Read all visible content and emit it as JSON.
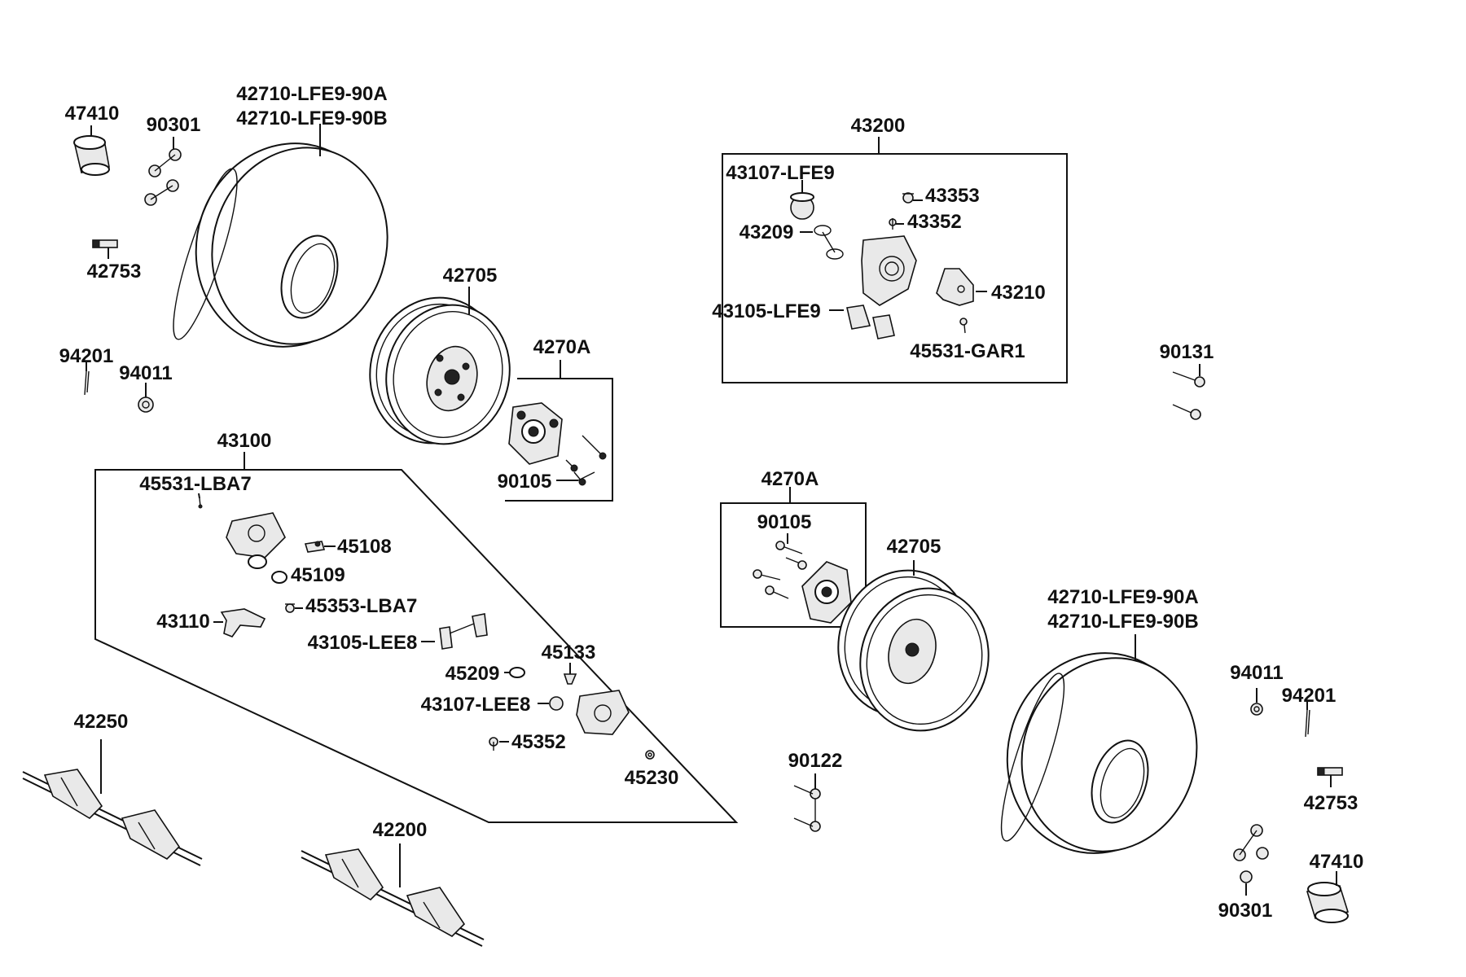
{
  "labels": {
    "cap_tl": "47410",
    "nuts_tl": "90301",
    "tire_left_a": "42710-LFE9-90A",
    "tire_left_b": "42710-LFE9-90B",
    "valve_tl": "42753",
    "wheel_left": "42705",
    "pin_l": "94201",
    "nut_l": "94011",
    "hub_left": "4270A",
    "hub_bolt_left": "90105",
    "caliper_front_asm": "43100",
    "fc_screw": "45531-LBA7",
    "fc_piston": "45108",
    "fc_seal": "45109",
    "fc_bleeder": "45353-LBA7",
    "fc_bracket": "43110",
    "fc_pads": "43105-LEE8",
    "fc_pin": "45133",
    "fc_ring": "45209",
    "fc_boot": "43107-LEE8",
    "fc_bolt": "45352",
    "fc_cap": "45230",
    "caliper_rear_asm": "43200",
    "rc_boot": "43107-LFE9",
    "rc_screw": "43353",
    "rc_bleeder": "43352",
    "rc_ring": "43209",
    "rc_bracket": "43210",
    "rc_pads": "43105-LFE9",
    "rc_pin": "45531-GAR1",
    "bolts_r": "90131",
    "hub_right": "4270A",
    "hub_bolt_right": "90105",
    "wheel_right": "42705",
    "tire_right_a": "42710-LFE9-90A",
    "tire_right_b": "42710-LFE9-90B",
    "nut_r": "94011",
    "pin_r": "94201",
    "valve_br": "42753",
    "bolts_mid": "90122",
    "cap_br": "47410",
    "nuts_br": "90301",
    "shaft_a": "42250",
    "shaft_b": "42200"
  },
  "colors": {
    "line": "#111111",
    "background": "#ffffff",
    "fill": "#e9e9e9"
  }
}
